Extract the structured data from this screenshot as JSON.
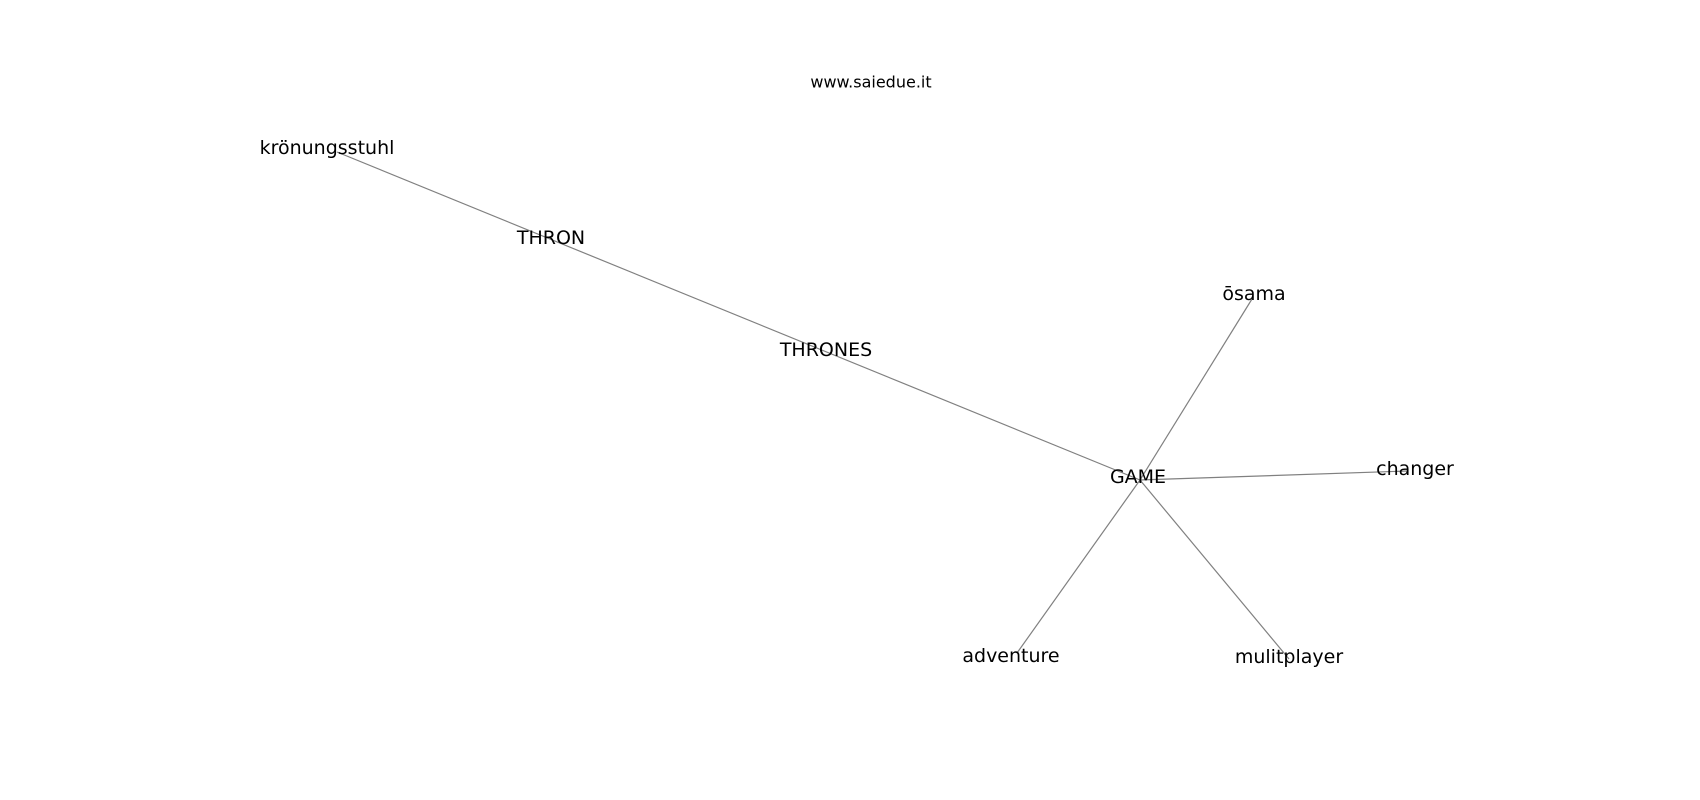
{
  "header": {
    "site": "www.saiedue.it"
  },
  "graph": {
    "nodes": [
      {
        "id": "kronungsstuhl",
        "label": "krönungsstuhl"
      },
      {
        "id": "thron",
        "label": "THRON"
      },
      {
        "id": "thrones",
        "label": "THRONES"
      },
      {
        "id": "game",
        "label": "GAME"
      },
      {
        "id": "osama",
        "label": "ōsama"
      },
      {
        "id": "changer",
        "label": "changer"
      },
      {
        "id": "adventure",
        "label": "adventure"
      },
      {
        "id": "mulitplayer",
        "label": "mulitplayer"
      }
    ],
    "edges": [
      {
        "from": "kronungsstuhl",
        "to": "game"
      },
      {
        "from": "game",
        "to": "osama"
      },
      {
        "from": "game",
        "to": "changer"
      },
      {
        "from": "game",
        "to": "adventure"
      },
      {
        "from": "game",
        "to": "mulitplayer"
      }
    ]
  },
  "colors": {
    "edge": "#808080",
    "text": "#000000",
    "background": "#ffffff"
  }
}
